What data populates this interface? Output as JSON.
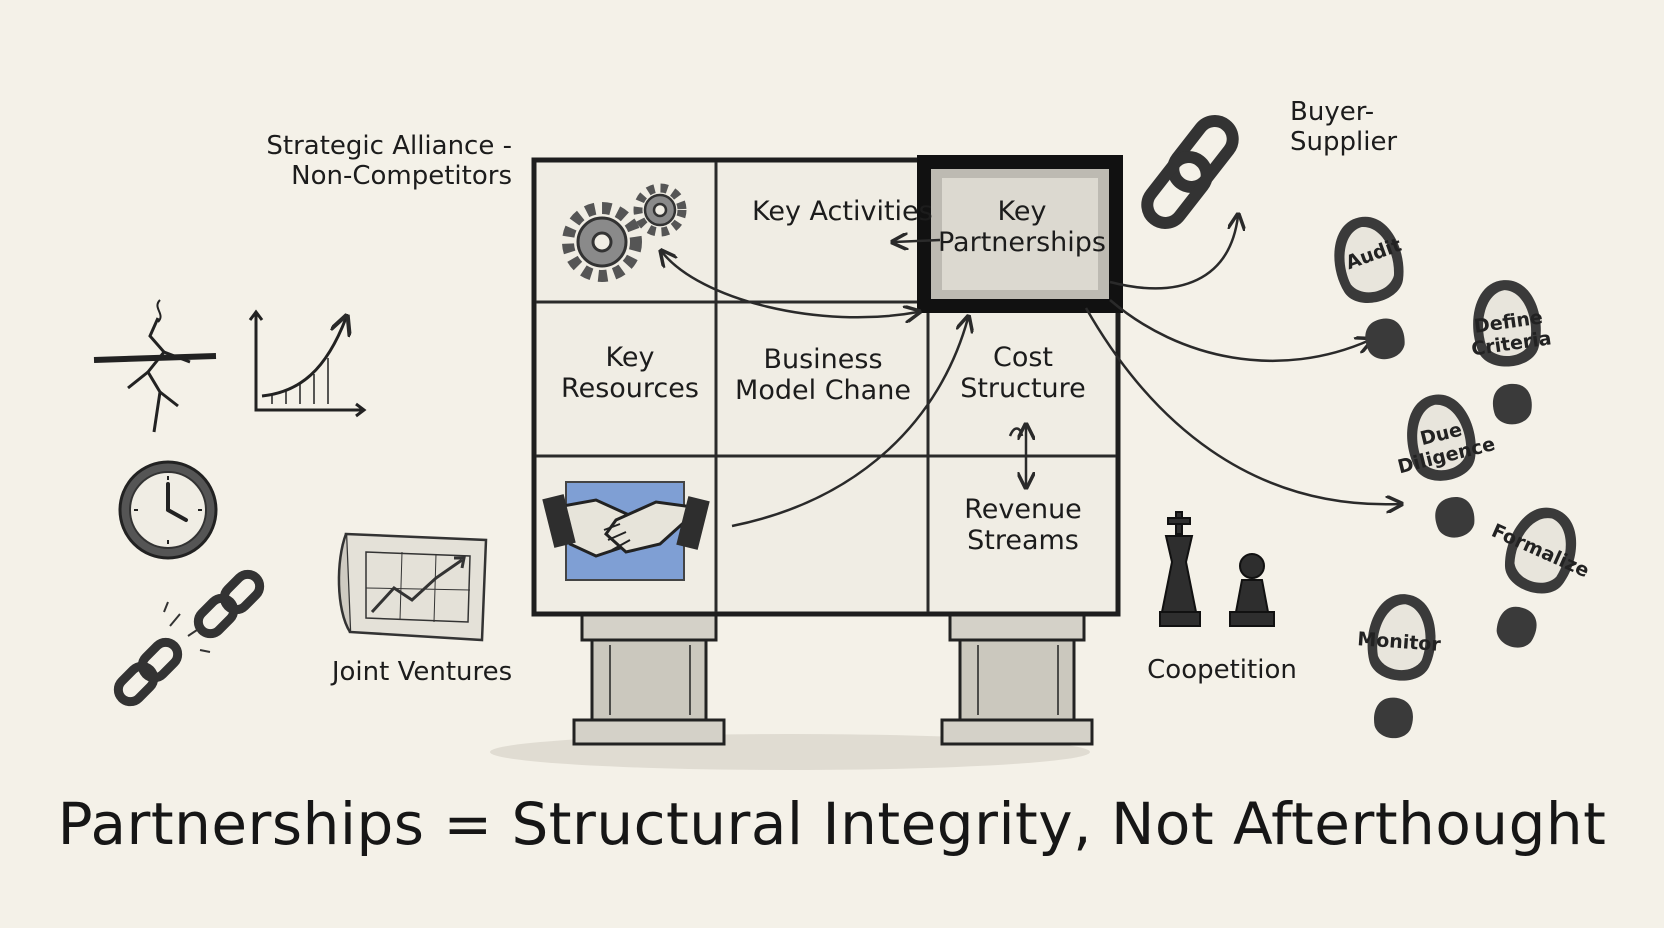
{
  "title": "Partnerships = Structural Integrity, Not Afterthought",
  "canvas": {
    "cells": {
      "key_activities": "Key Activities",
      "key_partnerships": "Key Partnerships",
      "key_resources": "Key Resources",
      "business_model": "Business Model Chane",
      "cost_structure": "Cost Structure",
      "revenue_streams": "Revenue Streams"
    }
  },
  "partnership_types": {
    "strategic_alliance": "Strategic Alliance - Non-Competitors",
    "joint_ventures": "Joint Ventures",
    "buyer_supplier": "Buyer-Supplier",
    "coopetition": "Coopetition"
  },
  "steps": [
    "Audit",
    "Define Criteria",
    "Due Diligence",
    "Formalize",
    "Monitor"
  ],
  "colors": {
    "paper": "#f4f1e8",
    "ink": "#1e1e1e",
    "handshake_bg": "#7f9fd4"
  },
  "icons": [
    "gears-icon",
    "handshake-icon",
    "crack-icon",
    "growth-chart-icon",
    "clock-icon",
    "broken-chain-icon",
    "blueprint-chart-icon",
    "chain-link-icon",
    "chess-pieces-icon",
    "footprint-icon"
  ]
}
